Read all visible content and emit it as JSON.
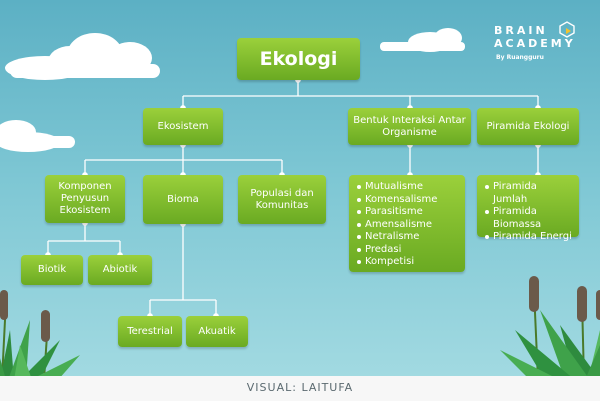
{
  "brand": {
    "line1": "BRAIN",
    "line2": "ACADEMY",
    "tagline": "By Ruangguru"
  },
  "diagram": {
    "root": "Ekologi",
    "ekosistem": "Ekosistem",
    "interaksi": "Bentuk Interaksi Antar Organisme",
    "piramida": "Piramida Ekologi",
    "komponen": "Komponen Penyusun Ekosistem",
    "bioma": "Bioma",
    "populasi": "Populasi dan Komunitas",
    "biotik": "Biotik",
    "abiotik": "Abiotik",
    "terestrial": "Terestrial",
    "akuatik": "Akuatik",
    "interaksi_items": [
      "Mutualisme",
      "Komensalisme",
      "Parasitisme",
      "Amensalisme",
      "Netralisme",
      "Predasi",
      "Kompetisi"
    ],
    "piramida_items": [
      "Piramida Jumlah",
      "Piramida Biomassa",
      "Piramida Energi"
    ]
  },
  "footer": {
    "credit": "VISUAL: LAITUFA"
  },
  "colors": {
    "sky_top": "#5cb0c4",
    "sky_bottom": "#a6dce3",
    "box_green": "#7dbb2a",
    "connector": "#ffffff",
    "reed_brown": "#6b5a4a",
    "grass_green": "#3c9a3a"
  }
}
